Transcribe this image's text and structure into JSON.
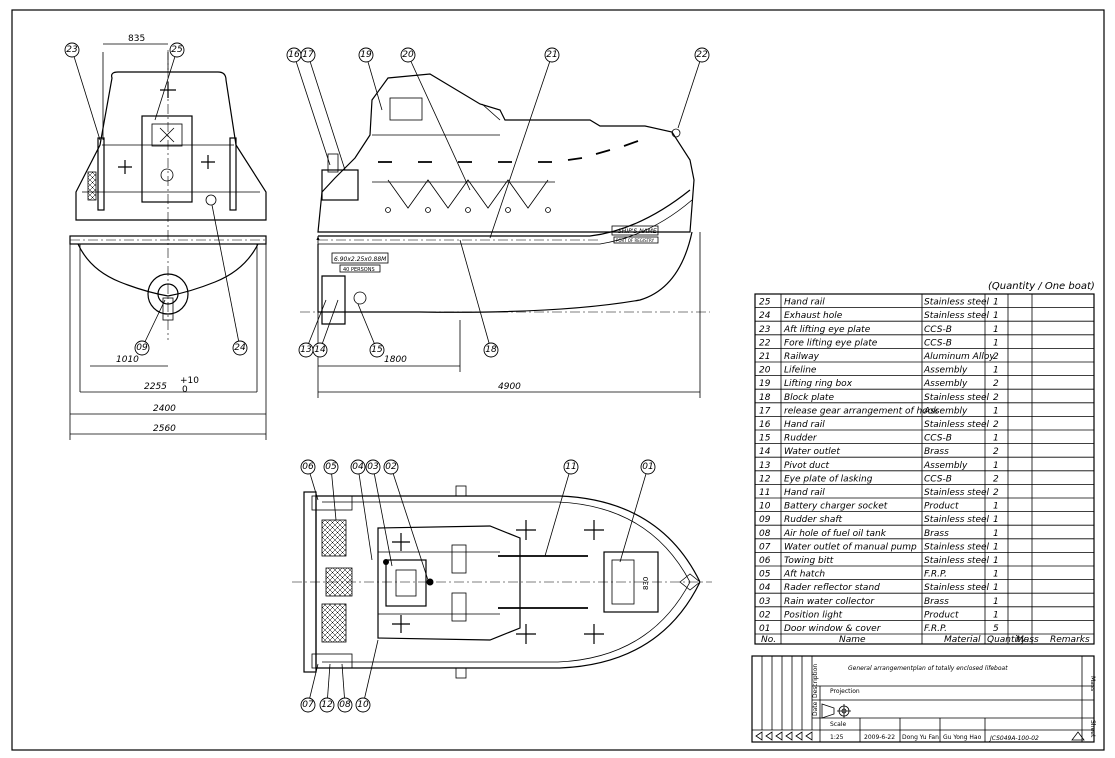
{
  "drawing": {
    "title": "General arrangementplan of totally enclosed lifeboat",
    "quantity_note": "(Quantity / One boat)",
    "drawing_number": "JCS049A-100-02",
    "scale": "1:25",
    "date": "2009-6-22",
    "drawn_by": "Dong Yu Fan",
    "checked_by": "Gu Yong Hao",
    "title_block_labels": {
      "scale": "Scale",
      "projection": "Projection",
      "description": "Description",
      "date": "Date",
      "mass": "Mass",
      "sheet": "Sheet"
    }
  },
  "bom": {
    "headers": {
      "no": "No.",
      "name": "Name",
      "material": "Material",
      "quantity": "Quantity",
      "mass": "Mass",
      "remarks": "Remarks"
    },
    "rows": [
      {
        "no": "25",
        "name": "Hand rail",
        "material": "Stainless steel",
        "qty": "1"
      },
      {
        "no": "24",
        "name": "Exhaust hole",
        "material": "Stainless steel",
        "qty": "1"
      },
      {
        "no": "23",
        "name": "Aft lifting eye plate",
        "material": "CCS-B",
        "qty": "1"
      },
      {
        "no": "22",
        "name": "Fore lifting eye plate",
        "material": "CCS-B",
        "qty": "1"
      },
      {
        "no": "21",
        "name": "Railway",
        "material": "Aluminum Alloy",
        "qty": "2"
      },
      {
        "no": "20",
        "name": "Lifeline",
        "material": "Assembly",
        "qty": "1"
      },
      {
        "no": "19",
        "name": "Lifting ring box",
        "material": "Assembly",
        "qty": "2"
      },
      {
        "no": "18",
        "name": "Block plate",
        "material": "Stainless steel",
        "qty": "2"
      },
      {
        "no": "17",
        "name": "release gear arrangement of hook",
        "material": "Assembly",
        "qty": "1"
      },
      {
        "no": "16",
        "name": "Hand rail",
        "material": "Stainless steel",
        "qty": "2"
      },
      {
        "no": "15",
        "name": "Rudder",
        "material": "CCS-B",
        "qty": "1"
      },
      {
        "no": "14",
        "name": "Water outlet",
        "material": "Brass",
        "qty": "2"
      },
      {
        "no": "13",
        "name": "Pivot duct",
        "material": "Assembly",
        "qty": "1"
      },
      {
        "no": "12",
        "name": "Eye plate of lasking",
        "material": "CCS-B",
        "qty": "2"
      },
      {
        "no": "11",
        "name": "Hand rail",
        "material": "Stainless steel",
        "qty": "2"
      },
      {
        "no": "10",
        "name": "Battery charger socket",
        "material": "Product",
        "qty": "1"
      },
      {
        "no": "09",
        "name": "Rudder shaft",
        "material": "Stainless steel",
        "qty": "1"
      },
      {
        "no": "08",
        "name": "Air hole of fuel oil tank",
        "material": "Brass",
        "qty": "1"
      },
      {
        "no": "07",
        "name": "Water outlet of manual pump",
        "material": "Stainless steel",
        "qty": "1"
      },
      {
        "no": "06",
        "name": "Towing bitt",
        "material": "Stainless steel",
        "qty": "1"
      },
      {
        "no": "05",
        "name": "Aft hatch",
        "material": "F.R.P.",
        "qty": "1"
      },
      {
        "no": "04",
        "name": "Rader reflector stand",
        "material": "Stainless steel",
        "qty": "1"
      },
      {
        "no": "03",
        "name": "Rain water collector",
        "material": "Brass",
        "qty": "1"
      },
      {
        "no": "02",
        "name": "Position light",
        "material": "Product",
        "qty": "1"
      },
      {
        "no": "01",
        "name": "Door window & cover",
        "material": "F.R.P.",
        "qty": "5"
      }
    ]
  },
  "dimensions": {
    "d835": "835",
    "d1010": "1010",
    "d2255": "2255",
    "d2255_tol_upper": "+10",
    "d2255_tol_lower": "0",
    "d2400": "2400",
    "d2560": "2560",
    "d1800": "1800",
    "d4900": "4900",
    "d830": "830"
  },
  "hull_labels": {
    "ship_name": "SHIP'S NAME",
    "port_of_registry": "PORT OF REGISTRY",
    "dimensions_plate": "6.90x2.25x0.88M",
    "persons_plate": "40 PERSONS"
  },
  "callouts": {
    "front": [
      "23",
      "25",
      "09",
      "24"
    ],
    "side": [
      "16",
      "17",
      "19",
      "20",
      "21",
      "22",
      "13",
      "14",
      "15",
      "18"
    ],
    "plan": [
      "06",
      "05",
      "04",
      "03",
      "02",
      "11",
      "01",
      "07",
      "12",
      "08",
      "10"
    ]
  }
}
